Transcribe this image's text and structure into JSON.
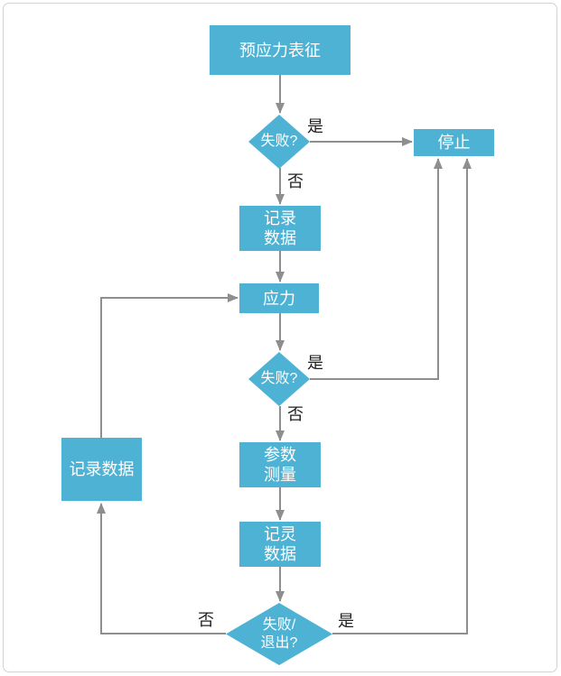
{
  "diagram": {
    "title": "prestress characterization flowchart",
    "nodes": {
      "prestress": {
        "label": "预应力表征",
        "type": "process"
      },
      "fail1": {
        "label": "失败?",
        "type": "decision"
      },
      "stop": {
        "label": "停止",
        "type": "process"
      },
      "record1": {
        "lines": [
          "记录",
          "数据"
        ],
        "type": "process"
      },
      "stress": {
        "label": "应力",
        "type": "process"
      },
      "fail2": {
        "label": "失败?",
        "type": "decision"
      },
      "params": {
        "lines": [
          "参数",
          "测量"
        ],
        "type": "process"
      },
      "record2": {
        "lines": [
          "记灵",
          "数据"
        ],
        "type": "process"
      },
      "exit": {
        "lines": [
          "失败/",
          "退出?"
        ],
        "type": "decision"
      },
      "record_left": {
        "label": "记录数据",
        "type": "process"
      }
    },
    "edge_labels": {
      "fail1_yes": "是",
      "fail1_no": "否",
      "fail2_yes": "是",
      "fail2_no": "否",
      "exit_no": "否",
      "exit_yes": "是"
    },
    "colors": {
      "node_fill": "#4DB2D4",
      "node_text": "#FFFFFF",
      "connector": "#8E8E8E",
      "edge_label_text": "#1F1F1F",
      "canvas_border": "#D2D2D2",
      "background": "#FFFFFF"
    }
  }
}
